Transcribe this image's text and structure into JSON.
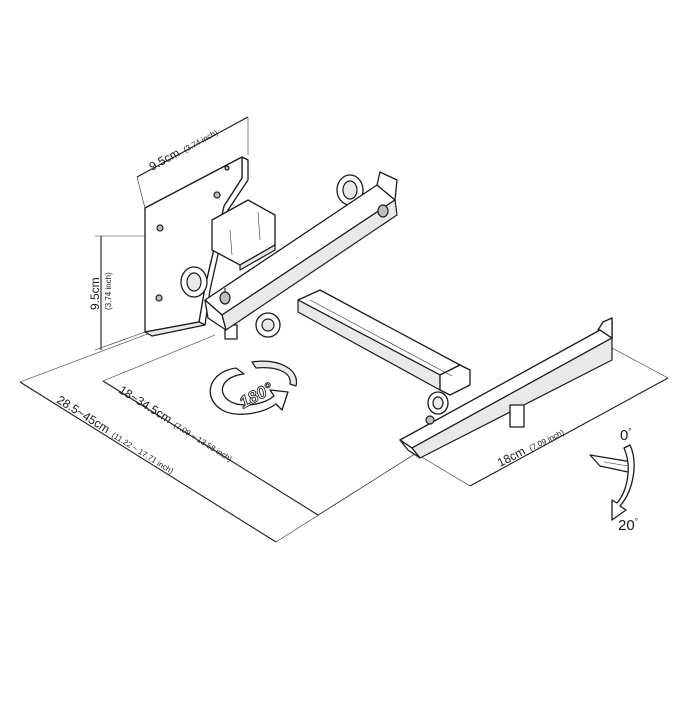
{
  "dimensions": {
    "plate_width": {
      "value": "9.5cm",
      "imperial": "(3.74 inch)"
    },
    "plate_height": {
      "value": "9.5cm",
      "imperial": "(3.74 inch)"
    },
    "extension_arm": {
      "value": "18~34.5cm",
      "imperial": "(7.09 ~ 13.58 inch)"
    },
    "total_reach": {
      "value": "28.5~45cm",
      "imperial": "(11.22 ~ 17.71 inch)"
    },
    "tray_length": {
      "value": "18cm",
      "imperial": "(7.09 inch)"
    }
  },
  "rotation": {
    "label": "180°"
  },
  "tilt": {
    "min": "0",
    "max": "20",
    "unit": "°"
  },
  "icons": [
    "rotate-180-icon",
    "tilt-arrow-icon"
  ]
}
